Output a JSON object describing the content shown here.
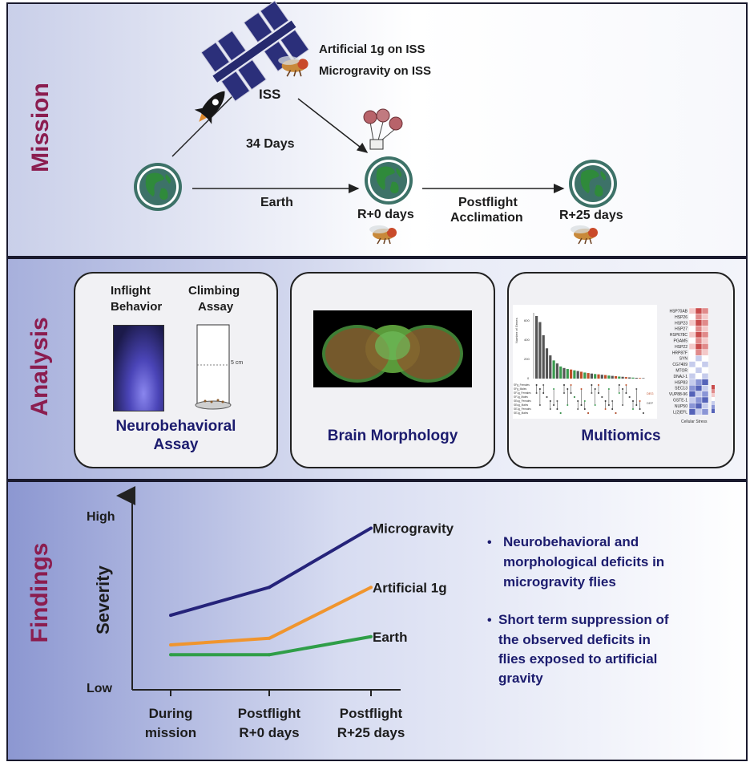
{
  "mission": {
    "section_label": "Mission",
    "legend_artificial": "Artificial 1g on ISS",
    "legend_microgravity": "Microgravity on ISS",
    "iss_label": "ISS",
    "days_label": "34 Days",
    "earth_label": "Earth",
    "r0_label": "R+0 days",
    "postflight_line1": "Postflight",
    "postflight_line2": "Acclimation",
    "r25_label": "R+25 days"
  },
  "analysis": {
    "section_label": "Analysis",
    "neuro": {
      "inflight_line1": "Inflight",
      "inflight_line2": "Behavior",
      "climbing_line1": "Climbing",
      "climbing_line2": "Assay",
      "scale_label": "5 cm",
      "title_line1": "Neurobehavioral",
      "title_line2": "Assay"
    },
    "brain": {
      "title": "Brain Morphology"
    },
    "multiomics": {
      "title": "Multiomics",
      "ylabel": "Number of Genes",
      "yticks": [
        "600",
        "400",
        "200",
        "0"
      ],
      "genes": [
        "HSP70AB",
        "HSP26",
        "HSP23",
        "HSP27",
        "HSP678C",
        "PGAM5",
        "HSP22",
        "HRP87F",
        "SYN",
        "CG7409",
        "MTOR",
        "DNAJ-1",
        "HSP83",
        "SEC13",
        "VUP88-96",
        "GSTE-1",
        "NUP50",
        "L(2)EFL"
      ],
      "set_labels": [
        "SFg_Females",
        "SFg_Males",
        "SF1g_Females",
        "SF1g_Males",
        "SEug_Females",
        "SEug_Males",
        "SE1g_Females",
        "SE1g_Males"
      ],
      "legend_deg": "DEG",
      "legend_dep": "DEP",
      "heatmap_caption": "Cellular Stress",
      "bars": [
        620,
        560,
        430,
        300,
        230,
        180,
        150,
        120,
        105,
        95,
        90,
        82,
        75,
        68,
        60,
        55,
        50,
        45,
        42,
        38,
        35,
        30,
        27,
        24,
        20,
        18,
        15,
        12,
        10,
        8,
        6,
        5
      ],
      "bar_colors": [
        "#555555",
        "#555555",
        "#555555",
        "#555555",
        "#555555",
        "#3a9a4f",
        "#555555",
        "#3a9a4f",
        "#555555",
        "#3a9a4f",
        "#c0502a",
        "#3a9a4f",
        "#555555",
        "#c0502a",
        "#3a9a4f",
        "#c0502a",
        "#555555",
        "#3a9a4f",
        "#c0502a",
        "#555555",
        "#c0502a",
        "#3a9a4f",
        "#555555",
        "#c0502a",
        "#3a9a4f",
        "#555555",
        "#c0502a",
        "#555555",
        "#3a9a4f",
        "#555555",
        "#c0502a",
        "#555555"
      ]
    }
  },
  "findings": {
    "section_label": "Findings",
    "bullet1_line1": "Neurobehavioral and",
    "bullet1_line2": "morphological deficits in",
    "bullet1_line3": "microgravity flies",
    "bullet2_line1": "Short term suppression of",
    "bullet2_line2": "the observed deficits in",
    "bullet2_line3": "flies exposed to artificial",
    "bullet2_line4": "gravity"
  },
  "chart_data": {
    "type": "line",
    "ylabel": "Severity",
    "y_tick_labels": [
      "High",
      "Low"
    ],
    "categories": [
      "During mission",
      "Postflight R+0 days",
      "Postflight R+25 days"
    ],
    "category_lines": [
      [
        "During",
        "mission"
      ],
      [
        "Postflight",
        "R+0 days"
      ],
      [
        "Postflight",
        "R+25 days"
      ]
    ],
    "ylim": [
      0,
      1
    ],
    "series": [
      {
        "name": "Microgravity",
        "color": "#25237a",
        "values": [
          0.38,
          0.55,
          0.91
        ]
      },
      {
        "name": "Artificial 1g",
        "color": "#f0952e",
        "values": [
          0.2,
          0.24,
          0.55
        ]
      },
      {
        "name": "Earth",
        "color": "#2f9e48",
        "values": [
          0.14,
          0.14,
          0.25
        ]
      }
    ]
  },
  "colors": {
    "section_label": "#8b1d4f",
    "navy_text": "#1c1c6e",
    "earth_ocean": "#3d7268",
    "earth_land": "#2f8a3b"
  }
}
